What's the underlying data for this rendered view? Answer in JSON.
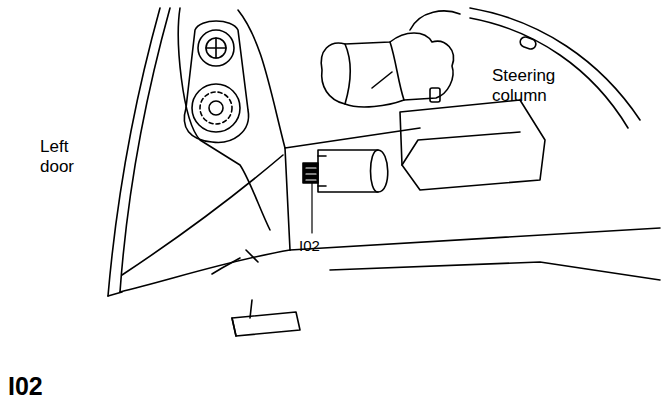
{
  "diagram": {
    "caption": "I02",
    "labels": [
      "Left door",
      "Steering column",
      "I02"
    ]
  }
}
